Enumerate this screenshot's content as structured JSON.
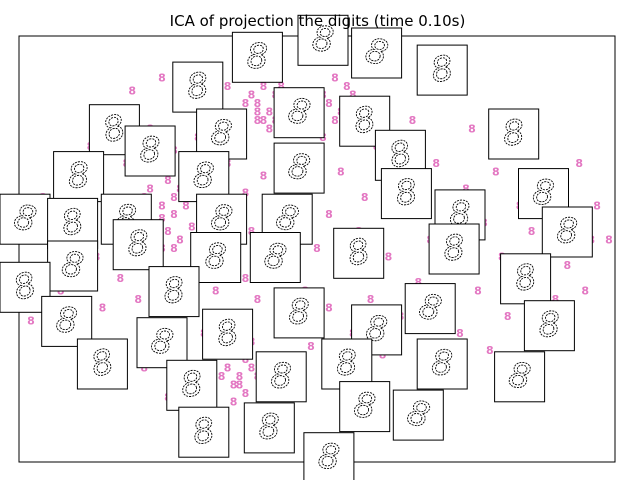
{
  "chart_data": {
    "type": "scatter",
    "title": "ICA of projection the digits (time 0.10s)",
    "xlabel": "",
    "ylabel": "",
    "axes_visible": false,
    "grid": false,
    "legend": "none",
    "xlim": [
      0,
      1
    ],
    "ylim": [
      0,
      1
    ],
    "marker_text": "8",
    "marker_color": "#e377c2",
    "series": [
      {
        "label_digit": "8",
        "points": [
          [
            0.02,
            0.33
          ],
          [
            0.02,
            0.57
          ],
          [
            0.04,
            0.62
          ],
          [
            0.06,
            0.5
          ],
          [
            0.07,
            0.4
          ],
          [
            0.08,
            0.68
          ],
          [
            0.09,
            0.44
          ],
          [
            0.1,
            0.55
          ],
          [
            0.11,
            0.3
          ],
          [
            0.12,
            0.74
          ],
          [
            0.13,
            0.62
          ],
          [
            0.13,
            0.48
          ],
          [
            0.14,
            0.36
          ],
          [
            0.15,
            0.8
          ],
          [
            0.16,
            0.58
          ],
          [
            0.17,
            0.43
          ],
          [
            0.17,
            0.27
          ],
          [
            0.18,
            0.7
          ],
          [
            0.19,
            0.87
          ],
          [
            0.2,
            0.52
          ],
          [
            0.2,
            0.38
          ],
          [
            0.21,
            0.62
          ],
          [
            0.21,
            0.22
          ],
          [
            0.22,
            0.78
          ],
          [
            0.22,
            0.46
          ],
          [
            0.23,
            0.68
          ],
          [
            0.23,
            0.31
          ],
          [
            0.24,
            0.57
          ],
          [
            0.24,
            0.9
          ],
          [
            0.25,
            0.42
          ],
          [
            0.25,
            0.15
          ],
          [
            0.26,
            0.73
          ],
          [
            0.26,
            0.5
          ],
          [
            0.27,
            0.26
          ],
          [
            0.27,
            0.64
          ],
          [
            0.28,
            0.84
          ],
          [
            0.28,
            0.37
          ],
          [
            0.29,
            0.55
          ],
          [
            0.29,
            0.2
          ],
          [
            0.3,
            0.7
          ],
          [
            0.3,
            0.45
          ],
          [
            0.31,
            0.6
          ],
          [
            0.31,
            0.3
          ],
          [
            0.32,
            0.8
          ],
          [
            0.32,
            0.12
          ],
          [
            0.33,
            0.52
          ],
          [
            0.33,
            0.4
          ],
          [
            0.34,
            0.66
          ],
          [
            0.34,
            0.25
          ],
          [
            0.35,
            0.88
          ],
          [
            0.35,
            0.48
          ],
          [
            0.36,
            0.58
          ],
          [
            0.36,
            0.34
          ],
          [
            0.37,
            0.74
          ],
          [
            0.37,
            0.18
          ],
          [
            0.38,
            0.63
          ],
          [
            0.38,
            0.43
          ],
          [
            0.39,
            0.54
          ],
          [
            0.39,
            0.28
          ],
          [
            0.4,
            0.82
          ],
          [
            0.4,
            0.38
          ],
          [
            0.41,
            0.67
          ],
          [
            0.42,
            0.22
          ],
          [
            0.42,
            0.49
          ],
          [
            0.43,
            0.92
          ],
          [
            0.43,
            0.6
          ],
          [
            0.44,
            0.33
          ],
          [
            0.45,
            0.72
          ],
          [
            0.45,
            0.46
          ],
          [
            0.46,
            0.15
          ],
          [
            0.47,
            0.56
          ],
          [
            0.47,
            0.84
          ],
          [
            0.48,
            0.4
          ],
          [
            0.49,
            0.64
          ],
          [
            0.49,
            0.27
          ],
          [
            0.5,
            0.5
          ],
          [
            0.51,
            0.76
          ],
          [
            0.52,
            0.36
          ],
          [
            0.52,
            0.58
          ],
          [
            0.53,
            0.2
          ],
          [
            0.54,
            0.68
          ],
          [
            0.55,
            0.44
          ],
          [
            0.56,
            0.86
          ],
          [
            0.56,
            0.3
          ],
          [
            0.57,
            0.54
          ],
          [
            0.58,
            0.62
          ],
          [
            0.59,
            0.38
          ],
          [
            0.6,
            0.74
          ],
          [
            0.61,
            0.25
          ],
          [
            0.62,
            0.48
          ],
          [
            0.63,
            0.66
          ],
          [
            0.64,
            0.34
          ],
          [
            0.65,
            0.58
          ],
          [
            0.66,
            0.8
          ],
          [
            0.67,
            0.42
          ],
          [
            0.68,
            0.2
          ],
          [
            0.69,
            0.52
          ],
          [
            0.7,
            0.7
          ],
          [
            0.71,
            0.36
          ],
          [
            0.72,
            0.6
          ],
          [
            0.73,
            0.46
          ],
          [
            0.74,
            0.3
          ],
          [
            0.75,
            0.64
          ],
          [
            0.76,
            0.78
          ],
          [
            0.77,
            0.4
          ],
          [
            0.78,
            0.56
          ],
          [
            0.79,
            0.26
          ],
          [
            0.8,
            0.68
          ],
          [
            0.81,
            0.48
          ],
          [
            0.82,
            0.34
          ],
          [
            0.83,
            0.74
          ],
          [
            0.84,
            0.6
          ],
          [
            0.85,
            0.42
          ],
          [
            0.86,
            0.54
          ],
          [
            0.87,
            0.3
          ],
          [
            0.88,
            0.66
          ],
          [
            0.89,
            0.5
          ],
          [
            0.9,
            0.38
          ],
          [
            0.91,
            0.62
          ],
          [
            0.92,
            0.46
          ],
          [
            0.93,
            0.56
          ],
          [
            0.94,
            0.7
          ],
          [
            0.95,
            0.4
          ],
          [
            0.96,
            0.52
          ],
          [
            0.97,
            0.6
          ],
          [
            0.99,
            0.52
          ],
          [
            0.22,
            0.56
          ],
          [
            0.23,
            0.52
          ],
          [
            0.24,
            0.6
          ],
          [
            0.25,
            0.66
          ],
          [
            0.21,
            0.48
          ],
          [
            0.22,
            0.64
          ],
          [
            0.26,
            0.58
          ],
          [
            0.23,
            0.44
          ],
          [
            0.2,
            0.58
          ],
          [
            0.24,
            0.5
          ],
          [
            0.25,
            0.54
          ],
          [
            0.27,
            0.52
          ],
          [
            0.21,
            0.54
          ],
          [
            0.26,
            0.62
          ],
          [
            0.28,
            0.6
          ],
          [
            0.19,
            0.6
          ],
          [
            0.35,
            0.22
          ],
          [
            0.36,
            0.26
          ],
          [
            0.37,
            0.2
          ],
          [
            0.38,
            0.24
          ],
          [
            0.36,
            0.18
          ],
          [
            0.39,
            0.22
          ],
          [
            0.34,
            0.28
          ],
          [
            0.37,
            0.3
          ],
          [
            0.38,
            0.16
          ],
          [
            0.35,
            0.32
          ],
          [
            0.39,
            0.28
          ],
          [
            0.36,
            0.14
          ],
          [
            0.4,
            0.2
          ],
          [
            0.34,
            0.2
          ],
          [
            0.37,
            0.26
          ],
          [
            0.38,
            0.32
          ],
          [
            0.4,
            0.84
          ],
          [
            0.41,
            0.88
          ],
          [
            0.42,
            0.82
          ],
          [
            0.39,
            0.9
          ],
          [
            0.41,
            0.8
          ],
          [
            0.43,
            0.86
          ],
          [
            0.4,
            0.92
          ],
          [
            0.42,
            0.9
          ],
          [
            0.44,
            0.84
          ],
          [
            0.39,
            0.86
          ],
          [
            0.43,
            0.8
          ],
          [
            0.41,
            0.94
          ],
          [
            0.38,
            0.84
          ],
          [
            0.44,
            0.88
          ],
          [
            0.42,
            0.78
          ],
          [
            0.4,
            0.8
          ],
          [
            0.32,
            0.76
          ],
          [
            0.33,
            0.72
          ],
          [
            0.34,
            0.78
          ],
          [
            0.31,
            0.74
          ],
          [
            0.35,
            0.7
          ],
          [
            0.33,
            0.8
          ],
          [
            0.3,
            0.76
          ],
          [
            0.36,
            0.74
          ],
          [
            0.52,
            0.84
          ],
          [
            0.53,
            0.8
          ],
          [
            0.51,
            0.86
          ],
          [
            0.54,
            0.82
          ],
          [
            0.55,
            0.88
          ],
          [
            0.5,
            0.82
          ],
          [
            0.53,
            0.9
          ],
          [
            0.56,
            0.84
          ]
        ]
      }
    ],
    "thumbnails": [
      {
        "x": 0.16,
        "y": 0.78
      },
      {
        "x": 0.3,
        "y": 0.88
      },
      {
        "x": 0.4,
        "y": 0.95
      },
      {
        "x": 0.51,
        "y": 0.99
      },
      {
        "x": 0.6,
        "y": 0.96
      },
      {
        "x": 0.71,
        "y": 0.92
      },
      {
        "x": 0.22,
        "y": 0.73
      },
      {
        "x": 0.34,
        "y": 0.77
      },
      {
        "x": 0.47,
        "y": 0.82
      },
      {
        "x": 0.58,
        "y": 0.8
      },
      {
        "x": 0.1,
        "y": 0.67
      },
      {
        "x": 0.31,
        "y": 0.67
      },
      {
        "x": 0.47,
        "y": 0.69
      },
      {
        "x": 0.64,
        "y": 0.72
      },
      {
        "x": 0.83,
        "y": 0.77
      },
      {
        "x": 0.18,
        "y": 0.57
      },
      {
        "x": 0.34,
        "y": 0.57
      },
      {
        "x": 0.45,
        "y": 0.57
      },
      {
        "x": 0.65,
        "y": 0.63
      },
      {
        "x": 0.74,
        "y": 0.58
      },
      {
        "x": 0.88,
        "y": 0.63
      },
      {
        "x": 0.01,
        "y": 0.57
      },
      {
        "x": 0.09,
        "y": 0.56
      },
      {
        "x": 0.2,
        "y": 0.51
      },
      {
        "x": 0.33,
        "y": 0.48
      },
      {
        "x": 0.43,
        "y": 0.48
      },
      {
        "x": 0.57,
        "y": 0.49
      },
      {
        "x": 0.73,
        "y": 0.5
      },
      {
        "x": 0.92,
        "y": 0.54
      },
      {
        "x": 0.09,
        "y": 0.46
      },
      {
        "x": 0.01,
        "y": 0.41
      },
      {
        "x": 0.26,
        "y": 0.4
      },
      {
        "x": 0.47,
        "y": 0.35
      },
      {
        "x": 0.6,
        "y": 0.31
      },
      {
        "x": 0.69,
        "y": 0.36
      },
      {
        "x": 0.85,
        "y": 0.43
      },
      {
        "x": 0.89,
        "y": 0.32
      },
      {
        "x": 0.08,
        "y": 0.33
      },
      {
        "x": 0.24,
        "y": 0.28
      },
      {
        "x": 0.35,
        "y": 0.3
      },
      {
        "x": 0.55,
        "y": 0.23
      },
      {
        "x": 0.71,
        "y": 0.23
      },
      {
        "x": 0.84,
        "y": 0.2
      },
      {
        "x": 0.14,
        "y": 0.23
      },
      {
        "x": 0.29,
        "y": 0.18
      },
      {
        "x": 0.44,
        "y": 0.2
      },
      {
        "x": 0.58,
        "y": 0.13
      },
      {
        "x": 0.67,
        "y": 0.11
      },
      {
        "x": 0.31,
        "y": 0.07
      },
      {
        "x": 0.42,
        "y": 0.08
      },
      {
        "x": 0.52,
        "y": 0.01
      }
    ]
  }
}
